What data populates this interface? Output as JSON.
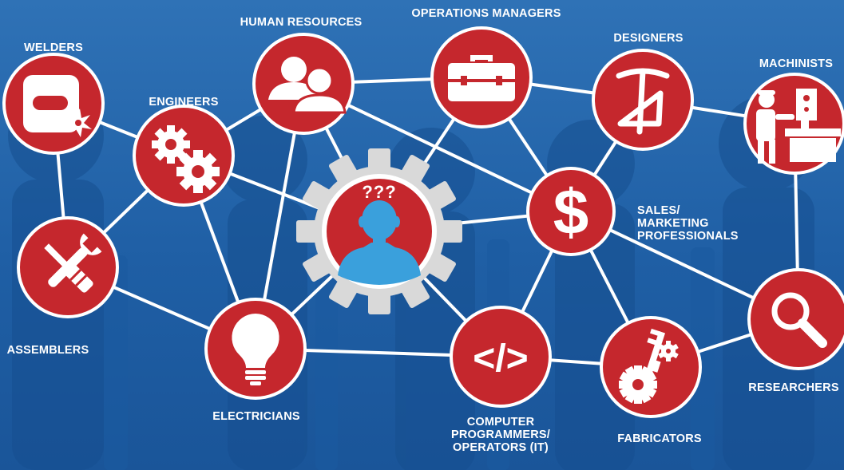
{
  "diagram": {
    "center": {
      "name": "unknown-role-person",
      "question": "???"
    },
    "roles": [
      {
        "id": "welders",
        "label": "WELDERS"
      },
      {
        "id": "human_resources",
        "label": "HUMAN RESOURCES"
      },
      {
        "id": "operations_managers",
        "label": "OPERATIONS MANAGERS"
      },
      {
        "id": "designers",
        "label": "DESIGNERS"
      },
      {
        "id": "machinists",
        "label": "MACHINISTS"
      },
      {
        "id": "engineers",
        "label": "ENGINEERS"
      },
      {
        "id": "sales_marketing",
        "label_lines": [
          "SALES/",
          "MARKETING",
          "PROFESSIONALS"
        ]
      },
      {
        "id": "assemblers",
        "label": "ASSEMBLERS"
      },
      {
        "id": "electricians",
        "label": "ELECTRICIANS"
      },
      {
        "id": "computer_programmers",
        "label_lines": [
          "COMPUTER",
          "PROGRAMMERS/",
          "OPERATORS (IT)"
        ]
      },
      {
        "id": "fabricators",
        "label": "FABRICATORS"
      },
      {
        "id": "researchers",
        "label": "RESEARCHERS"
      }
    ],
    "icons": {
      "welders": "welding-mask-icon",
      "human_resources": "people-icon",
      "operations_managers": "briefcase-icon",
      "designers": "drafting-compass-icon",
      "machinists": "machinist-icon",
      "engineers": "gears-icon",
      "sales_marketing": "dollar-icon",
      "assemblers": "tools-icon",
      "electricians": "lightbulb-icon",
      "computer_programmers": "code-icon",
      "fabricators": "caliper-gear-icon",
      "researchers": "magnifier-icon",
      "center": "person-question-icon"
    },
    "code_symbol": "</>",
    "dollar_symbol": "$",
    "colors": {
      "background": "#1f5fa5",
      "node": "#c5272d",
      "node_border": "#ffffff",
      "line": "#ffffff",
      "person": "#3aa0dc",
      "gear": "#d9d9d9"
    }
  }
}
